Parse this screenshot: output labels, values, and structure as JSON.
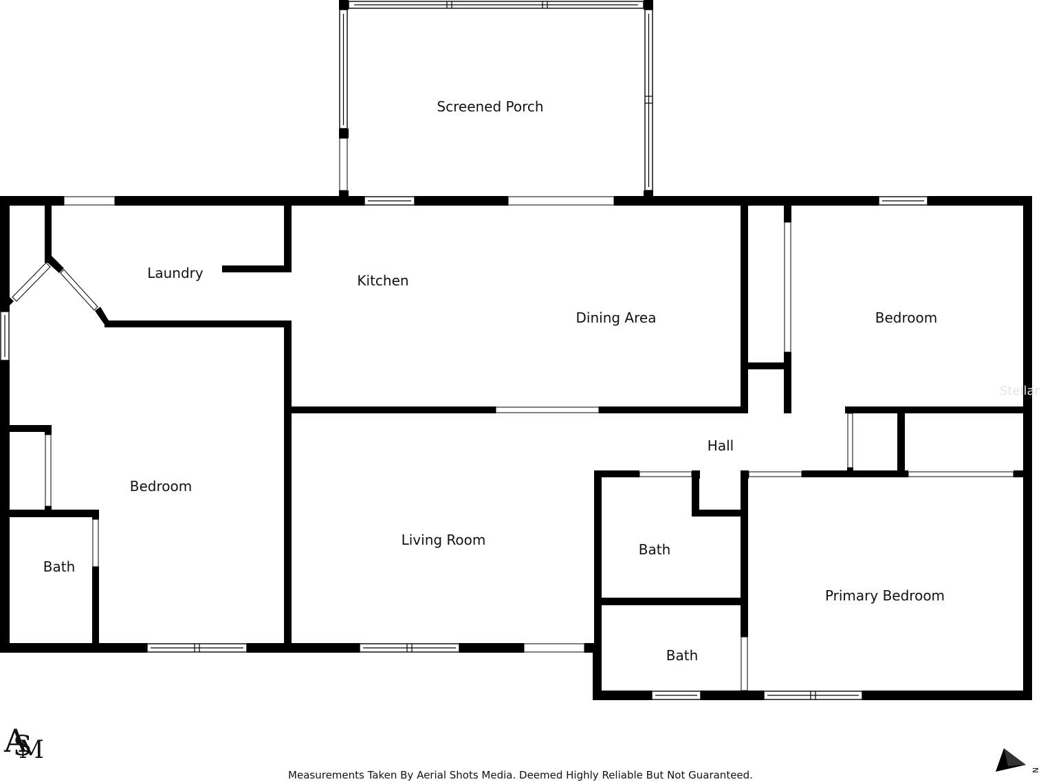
{
  "rooms": {
    "screened_porch": "Screened Porch",
    "laundry": "Laundry",
    "kitchen": "Kitchen",
    "dining_area": "Dining Area",
    "bedroom_right": "Bedroom",
    "hall": "Hall",
    "bedroom_left": "Bedroom",
    "bath_left": "Bath",
    "living_room": "Living Room",
    "bath_center_upper": "Bath",
    "bath_center_lower": "Bath",
    "primary_bedroom": "Primary Bedroom"
  },
  "footer": {
    "disclaimer": "Measurements Taken By Aerial Shots Media. Deemed Highly Reliable But Not Guaranteed."
  },
  "logo": {
    "letters": "ASM"
  },
  "watermark": "Stellar",
  "compass": {
    "north_label": "N"
  }
}
